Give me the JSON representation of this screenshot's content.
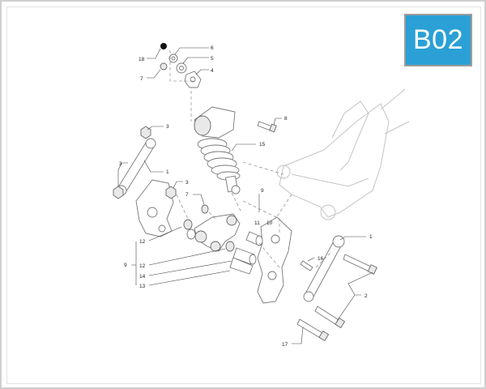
{
  "diagram": {
    "code": "B02",
    "badge_color": "#2aa0d6",
    "callouts": {
      "c18": "18",
      "c7a": "7",
      "c6": "6",
      "c5": "5",
      "c4": "4",
      "c3a": "3",
      "c8": "8",
      "c15": "15",
      "c3b": "3",
      "c1a": "1",
      "c3c": "3",
      "c7b": "7",
      "c9a": "9",
      "c11": "11",
      "c10": "10",
      "c12a": "12",
      "c9b": "9",
      "c12b": "12",
      "c14": "14",
      "c13": "13",
      "c1b": "1",
      "c16": "16",
      "c2": "2",
      "c17": "17"
    }
  }
}
